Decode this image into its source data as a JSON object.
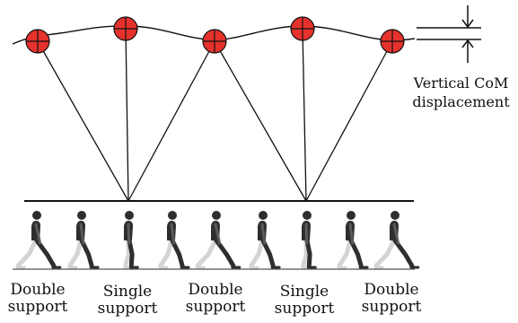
{
  "annotation": {
    "line1": "Vertical CoM",
    "line2": "displacement"
  },
  "phases": [
    {
      "line1": "Double",
      "line2": "support"
    },
    {
      "line1": "Single",
      "line2": "support"
    },
    {
      "line1": "Double",
      "line2": "support"
    },
    {
      "line1": "Single",
      "line2": "support"
    },
    {
      "line1": "Double",
      "line2": "support"
    }
  ],
  "colors": {
    "com_marker": "#e5322c",
    "line": "#111111",
    "figure_dark": "#2e2e2e",
    "figure_light": "#d4d4d4"
  },
  "icons": {
    "com_marker": "circle-cross-icon",
    "walker": "walking-person-icon"
  }
}
